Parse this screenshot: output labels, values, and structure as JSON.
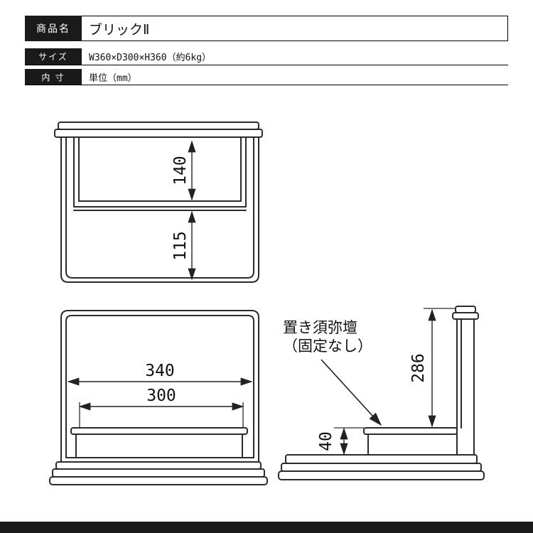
{
  "header": {
    "rows": [
      {
        "label": "商品名",
        "value": "ブリックⅡ"
      },
      {
        "label": "サイズ",
        "value": "W360×D300×H360（約6kg）"
      },
      {
        "label": "内 寸",
        "value": "単位（mm）"
      }
    ]
  },
  "diagram": {
    "front_upper": {
      "opening_height": "140",
      "lower_panel_height": "115"
    },
    "front_lower": {
      "inner_width": "340",
      "stage_width": "300"
    },
    "side": {
      "back_height": "286",
      "stage_height": "40",
      "annotation_line1": "置き須弥壇",
      "annotation_line2": "（固定なし）"
    }
  },
  "colors": {
    "bar": "#1a1a1a",
    "line": "#2b2b2b"
  }
}
